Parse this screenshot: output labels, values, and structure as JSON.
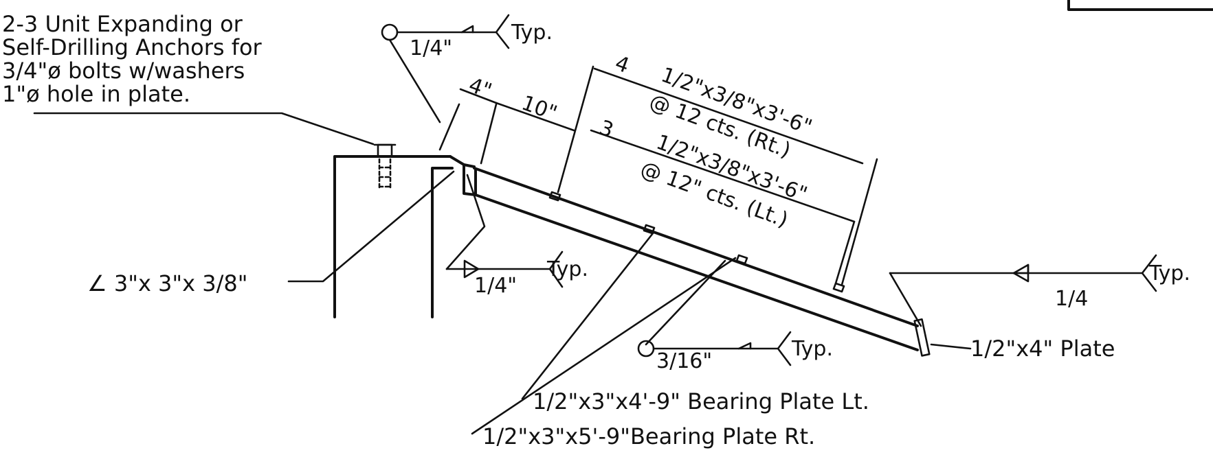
{
  "anchor_note": {
    "line1": "2-3 Unit Expanding or",
    "line2": "Self-Drilling Anchors for",
    "line3": "3/4\"ø bolts w/washers",
    "line4": "1\"ø hole in plate."
  },
  "weld_top": {
    "size": "1/4\"",
    "typ": "Typ."
  },
  "dims": {
    "left": "4\"",
    "spacing": "10\""
  },
  "upper_bars": {
    "count": "4",
    "line1": "1/2\"x3/8\"x3'-6\"",
    "line2": "@ 12 cts. (Rt.)"
  },
  "lower_bars": {
    "count": "3",
    "line1": "1/2\"x3/8\"x3'-6\"",
    "line2": "@ 12\" cts. (Lt.)"
  },
  "angle_label": "∠ 3\"x 3\"x 3/8\"",
  "weld_mid": {
    "size": "1/4\"",
    "typ": "Typ."
  },
  "weld_right": {
    "size": "1/4",
    "typ": "Typ."
  },
  "weld_bottom": {
    "size": "3/16\"",
    "typ": "Typ."
  },
  "plate_label": "1/2\"x4\" Plate",
  "bearing_lt": "1/2\"x3\"x4'-9\" Bearing Plate Lt.",
  "bearing_rt": "1/2\"x3\"x5'-9\"Bearing Plate  Rt."
}
